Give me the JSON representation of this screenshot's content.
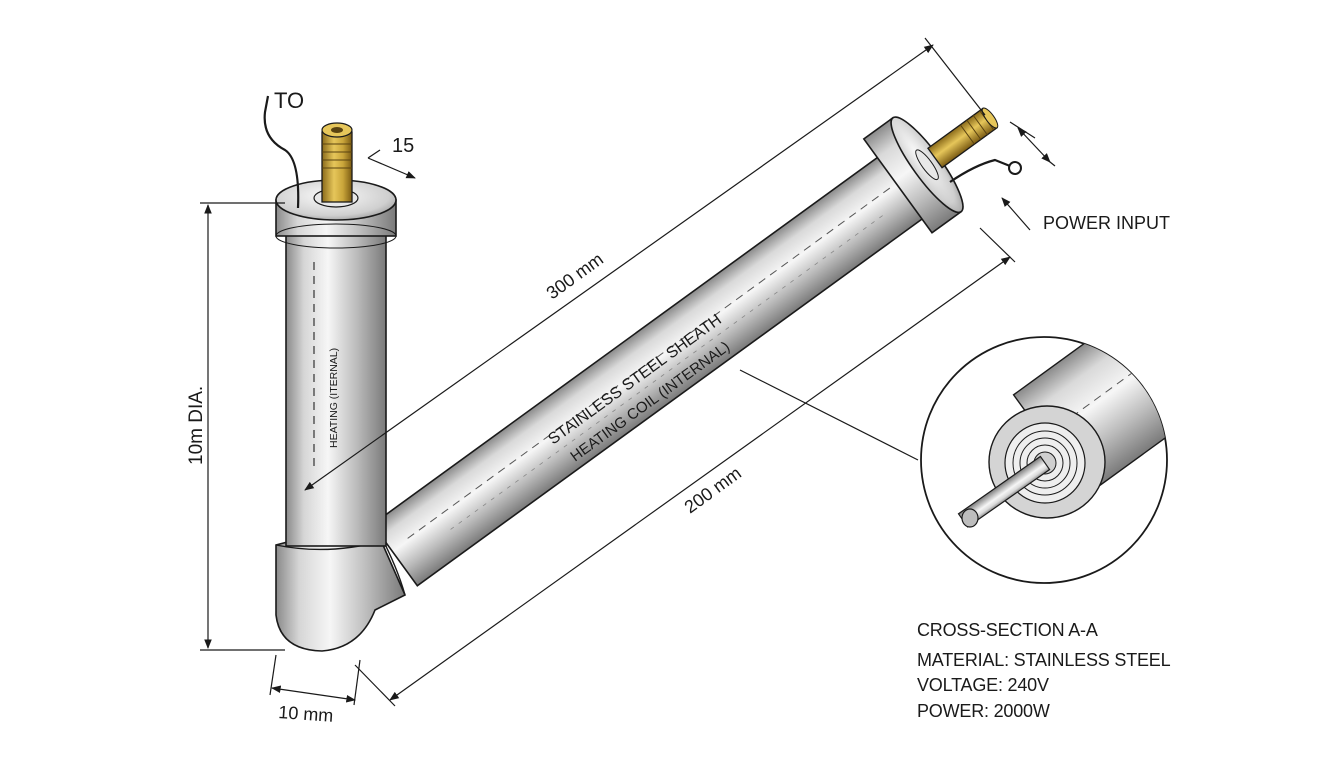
{
  "labels": {
    "top_left": "TO",
    "small_dim": "15",
    "power_input": "POWER INPUT",
    "length_300": "300 mm",
    "length_200": "200 mm",
    "diameter": "10m DIA.",
    "width_10": "10 mm",
    "vertical_coil": "HEATING (ITERNAL)",
    "sheath": "STAINLESS STEEL SHEATH",
    "coil": "HEATING COIL (INTERNAL)"
  },
  "specs": {
    "cross_section": "CROSS-SECTION A-A",
    "material": "MATERIAL: STAINLESS STEEL",
    "voltage": "VOLTAGE: 240V",
    "power": "POWER: 2000W"
  },
  "colors": {
    "metal_light": "#f2f2f2",
    "metal_mid": "#b8b8b8",
    "metal_dark": "#7a7a7a",
    "brass": "#c9a53a",
    "line": "#1a1a1a"
  }
}
